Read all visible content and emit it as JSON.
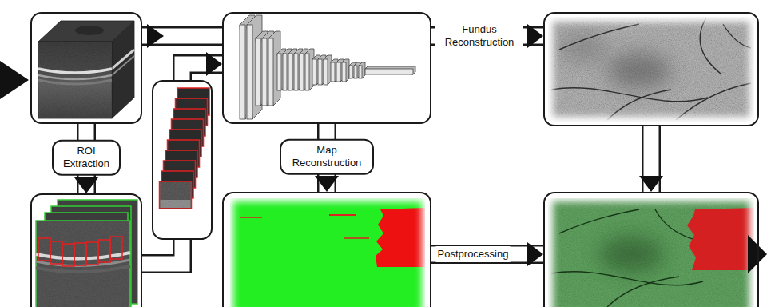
{
  "diagram": {
    "nodes": [
      {
        "text": []
      },
      {
        "text": []
      },
      {
        "text": []
      },
      {
        "text": []
      },
      {
        "text": []
      },
      {
        "text": []
      },
      {
        "text": []
      }
    ],
    "edges": [
      {
        "from": 0,
        "to": 4,
        "label": "ROI Extraction",
        "arrow": "to"
      },
      {
        "from": 4,
        "to": 3,
        "arrow": "none"
      },
      {
        "from": 3,
        "to": 1,
        "arrow": "to"
      },
      {
        "from": 0,
        "to": 2,
        "label": "Fundus Reconstruction",
        "arrow": "to"
      },
      {
        "from": 1,
        "to": 5,
        "label": "Map Reconstruction",
        "arrow": "to"
      },
      {
        "from": 5,
        "to": 6,
        "label": "Postprocessing",
        "arrow": "to"
      },
      {
        "from": 2,
        "to": 6,
        "arrow": "to"
      }
    ]
  }
}
